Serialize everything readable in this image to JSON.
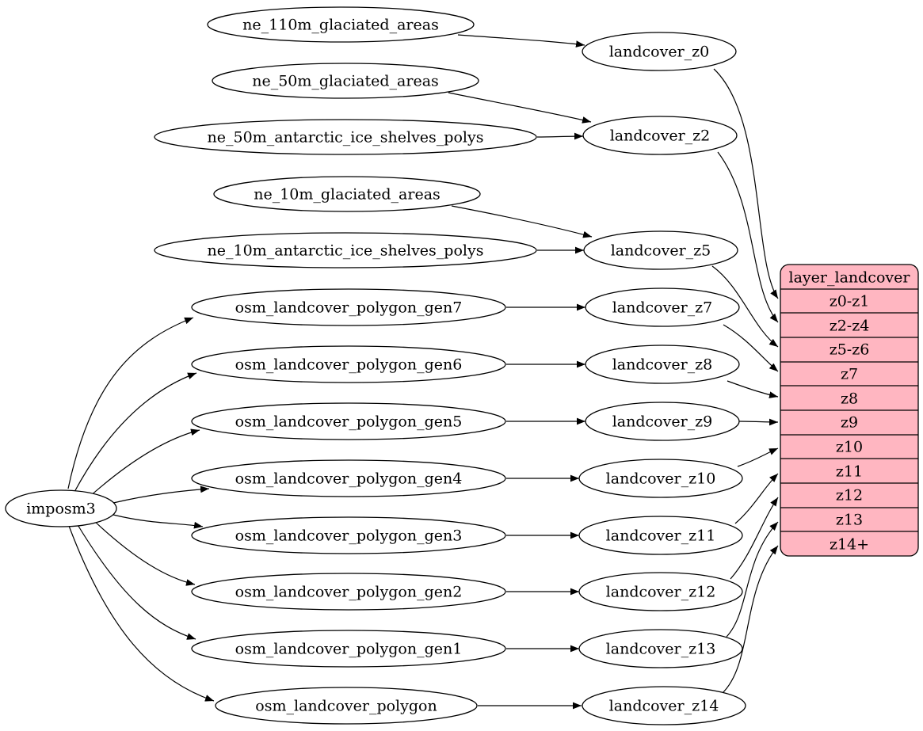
{
  "nodes": {
    "imposm3": "imposm3",
    "ne_110m_glaciated_areas": "ne_110m_glaciated_areas",
    "ne_50m_glaciated_areas": "ne_50m_glaciated_areas",
    "ne_50m_antarctic_ice_shelves_polys": "ne_50m_antarctic_ice_shelves_polys",
    "ne_10m_glaciated_areas": "ne_10m_glaciated_areas",
    "ne_10m_antarctic_ice_shelves_polys": "ne_10m_antarctic_ice_shelves_polys",
    "osm_landcover_polygon_gen7": "osm_landcover_polygon_gen7",
    "osm_landcover_polygon_gen6": "osm_landcover_polygon_gen6",
    "osm_landcover_polygon_gen5": "osm_landcover_polygon_gen5",
    "osm_landcover_polygon_gen4": "osm_landcover_polygon_gen4",
    "osm_landcover_polygon_gen3": "osm_landcover_polygon_gen3",
    "osm_landcover_polygon_gen2": "osm_landcover_polygon_gen2",
    "osm_landcover_polygon_gen1": "osm_landcover_polygon_gen1",
    "osm_landcover_polygon": "osm_landcover_polygon",
    "landcover_z0": "landcover_z0",
    "landcover_z2": "landcover_z2",
    "landcover_z5": "landcover_z5",
    "landcover_z7": "landcover_z7",
    "landcover_z8": "landcover_z8",
    "landcover_z9": "landcover_z9",
    "landcover_z10": "landcover_z10",
    "landcover_z11": "landcover_z11",
    "landcover_z12": "landcover_z12",
    "landcover_z13": "landcover_z13",
    "landcover_z14": "landcover_z14"
  },
  "record": {
    "title": "layer_landcover",
    "rows": [
      "z0-z1",
      "z2-z4",
      "z5-z6",
      "z7",
      "z8",
      "z9",
      "z10",
      "z11",
      "z12",
      "z13",
      "z14+"
    ]
  },
  "edges": [
    [
      "imposm3",
      "osm_landcover_polygon_gen7"
    ],
    [
      "imposm3",
      "osm_landcover_polygon_gen6"
    ],
    [
      "imposm3",
      "osm_landcover_polygon_gen5"
    ],
    [
      "imposm3",
      "osm_landcover_polygon_gen4"
    ],
    [
      "imposm3",
      "osm_landcover_polygon_gen3"
    ],
    [
      "imposm3",
      "osm_landcover_polygon_gen2"
    ],
    [
      "imposm3",
      "osm_landcover_polygon_gen1"
    ],
    [
      "imposm3",
      "osm_landcover_polygon"
    ],
    [
      "ne_110m_glaciated_areas",
      "landcover_z0"
    ],
    [
      "ne_50m_glaciated_areas",
      "landcover_z2"
    ],
    [
      "ne_50m_antarctic_ice_shelves_polys",
      "landcover_z2"
    ],
    [
      "ne_10m_glaciated_areas",
      "landcover_z5"
    ],
    [
      "ne_10m_antarctic_ice_shelves_polys",
      "landcover_z5"
    ],
    [
      "osm_landcover_polygon_gen7",
      "landcover_z7"
    ],
    [
      "osm_landcover_polygon_gen6",
      "landcover_z8"
    ],
    [
      "osm_landcover_polygon_gen5",
      "landcover_z9"
    ],
    [
      "osm_landcover_polygon_gen4",
      "landcover_z10"
    ],
    [
      "osm_landcover_polygon_gen3",
      "landcover_z11"
    ],
    [
      "osm_landcover_polygon_gen2",
      "landcover_z12"
    ],
    [
      "osm_landcover_polygon_gen1",
      "landcover_z13"
    ],
    [
      "osm_landcover_polygon",
      "landcover_z14"
    ],
    [
      "landcover_z0",
      "layer_landcover:z0-z1"
    ],
    [
      "landcover_z2",
      "layer_landcover:z2-z4"
    ],
    [
      "landcover_z5",
      "layer_landcover:z5-z6"
    ],
    [
      "landcover_z7",
      "layer_landcover:z7"
    ],
    [
      "landcover_z8",
      "layer_landcover:z8"
    ],
    [
      "landcover_z9",
      "layer_landcover:z9"
    ],
    [
      "landcover_z10",
      "layer_landcover:z10"
    ],
    [
      "landcover_z11",
      "layer_landcover:z11"
    ],
    [
      "landcover_z12",
      "layer_landcover:z12"
    ],
    [
      "landcover_z13",
      "layer_landcover:z13"
    ],
    [
      "landcover_z14",
      "layer_landcover:z14+"
    ]
  ],
  "colors": {
    "record_fill": "#ffb6c1",
    "node_fill": "#ffffff",
    "stroke": "#000000",
    "background": "#ffffff"
  }
}
